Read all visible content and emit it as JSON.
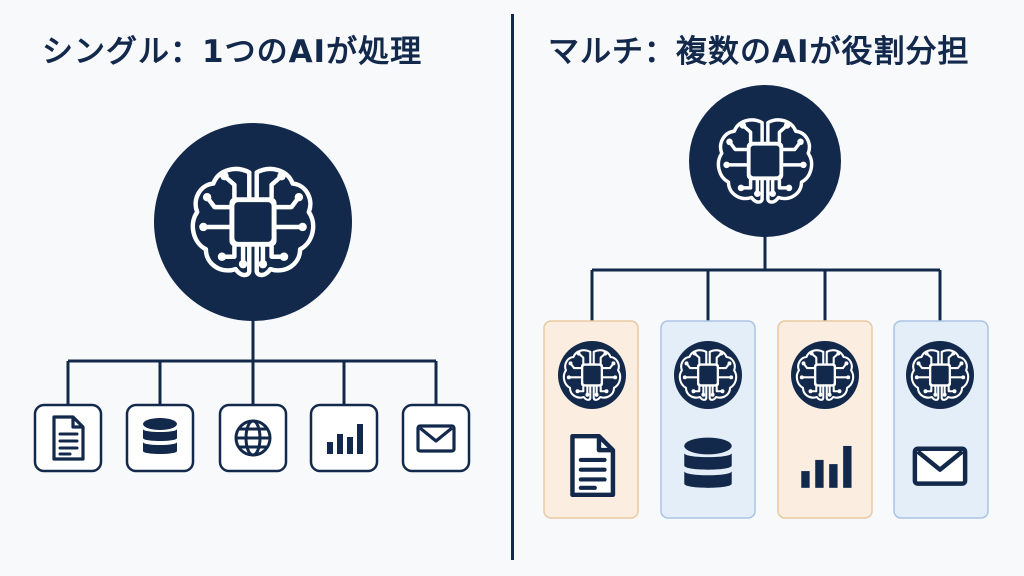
{
  "left": {
    "title": "シングル：1つのAIが処理",
    "hub": {
      "label": "AI",
      "icon": "brain-circuit-icon"
    },
    "tools": [
      {
        "icon": "document-icon"
      },
      {
        "icon": "database-icon"
      },
      {
        "icon": "globe-icon"
      },
      {
        "icon": "bar-chart-icon"
      },
      {
        "icon": "mail-icon"
      }
    ]
  },
  "right": {
    "title": "マルチ：複数のAIが役割分担",
    "hub": {
      "label": "AI",
      "icon": "brain-circuit-icon"
    },
    "agents": [
      {
        "label": "AI",
        "icon": "document-icon",
        "tint": "peach"
      },
      {
        "label": "AI",
        "icon": "database-icon",
        "tint": "blue"
      },
      {
        "label": "AI",
        "icon": "bar-chart-icon",
        "tint": "peach"
      },
      {
        "label": "AI",
        "icon": "mail-icon",
        "tint": "blue"
      }
    ]
  },
  "colors": {
    "navy": "#13294b",
    "peach": "#fbeee0",
    "peach_border": "#e9c9a4",
    "blue": "#e4eef9",
    "blue_border": "#a9c4e4",
    "background": "#f8f9fb"
  }
}
